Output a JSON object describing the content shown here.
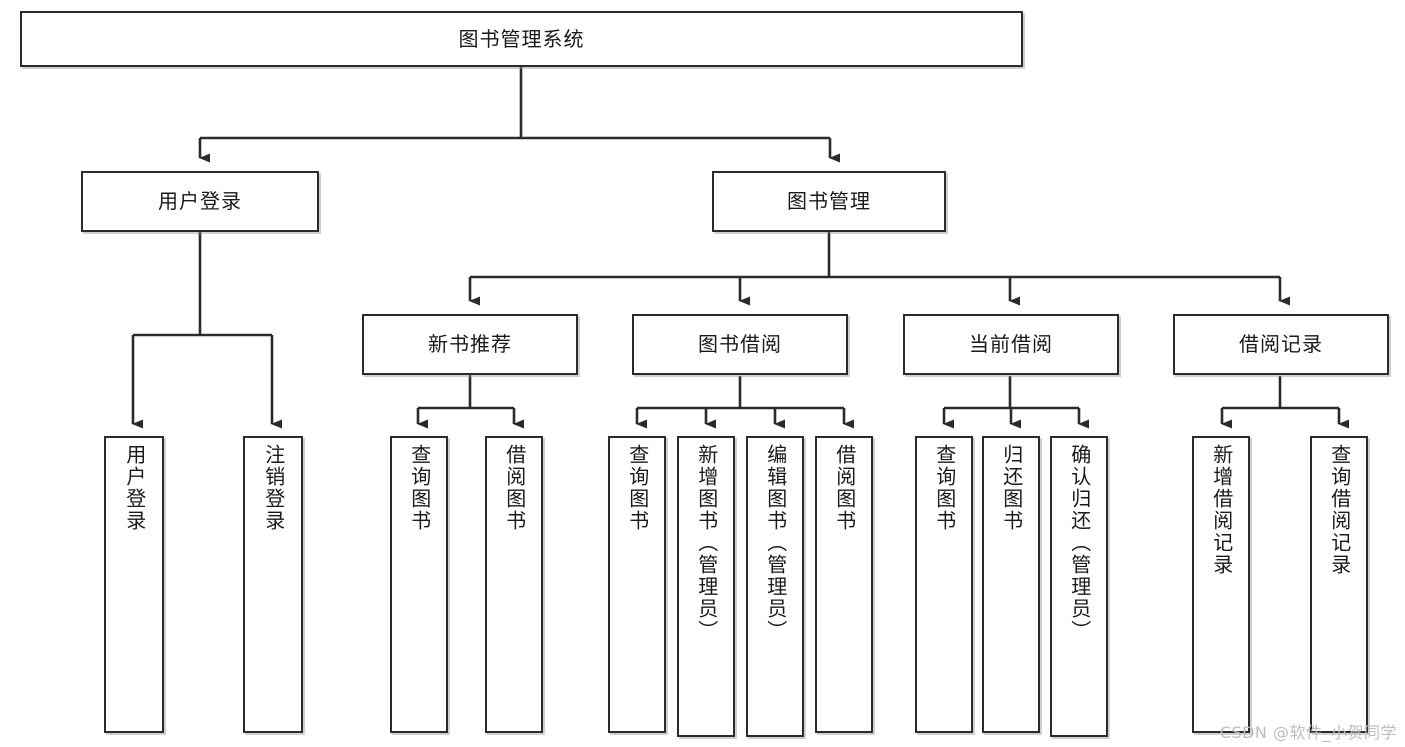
{
  "diagram": {
    "title": "图书管理系统",
    "watermark": "CSDN @软件_小贺同学",
    "colors": {
      "border": "#2b2b2b",
      "background": "#ffffff",
      "text": "#1a1a1a",
      "connector": "#2b2b2b",
      "watermark": "#bdbdbd"
    },
    "root": {
      "label": "图书管理系统"
    },
    "level1": [
      {
        "label": "用户登录"
      },
      {
        "label": "图书管理"
      }
    ],
    "level2": [
      {
        "label": "新书推荐"
      },
      {
        "label": "图书借阅"
      },
      {
        "label": "当前借阅"
      },
      {
        "label": "借阅记录"
      }
    ],
    "leaves": [
      {
        "label": "用户登录",
        "parent": "用户登录"
      },
      {
        "label": "注销登录",
        "parent": "用户登录"
      },
      {
        "label": "查询图书",
        "parent": "新书推荐"
      },
      {
        "label": "借阅图书",
        "parent": "新书推荐"
      },
      {
        "label": "查询图书",
        "parent": "图书借阅"
      },
      {
        "label": "新增图书（管理员）",
        "parent": "图书借阅"
      },
      {
        "label": "编辑图书（管理员）",
        "parent": "图书借阅"
      },
      {
        "label": "借阅图书",
        "parent": "图书借阅"
      },
      {
        "label": "查询图书",
        "parent": "当前借阅"
      },
      {
        "label": "归还图书",
        "parent": "当前借阅"
      },
      {
        "label": "确认归还（管理员）",
        "parent": "当前借阅"
      },
      {
        "label": "新增借阅记录",
        "parent": "借阅记录"
      },
      {
        "label": "查询借阅记录",
        "parent": "借阅记录"
      }
    ]
  }
}
